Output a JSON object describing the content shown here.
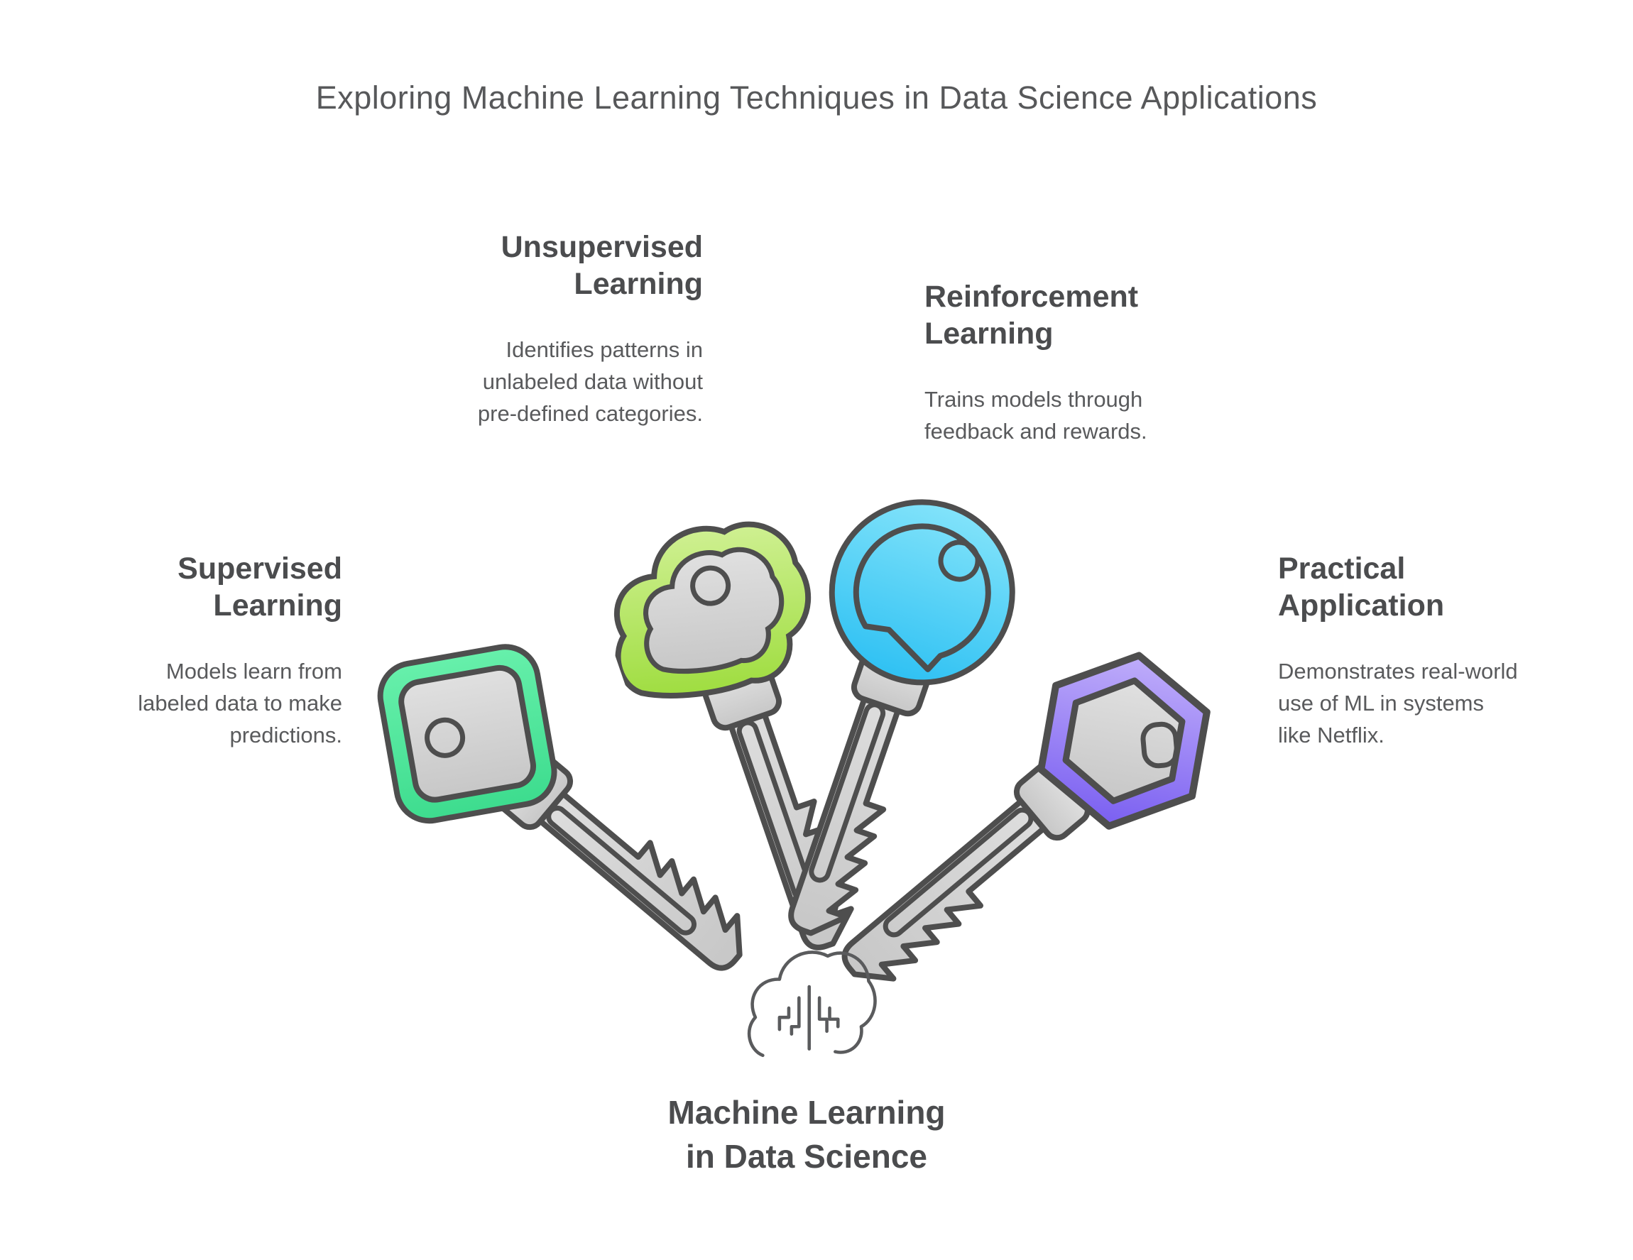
{
  "title": "Exploring Machine Learning Techniques in Data Science Applications",
  "sections": {
    "supervised": {
      "heading_lines": [
        "Supervised",
        "Learning"
      ],
      "desc_lines": [
        "Models learn from",
        "labeled data to make",
        "predictions."
      ],
      "key_shape": "rounded-square-key",
      "color_light": "#67f0ab",
      "color_dark": "#3ddc8e"
    },
    "unsupervised": {
      "heading_lines": [
        "Unsupervised",
        "Learning"
      ],
      "desc_lines": [
        "Identifies patterns in",
        "unlabeled data without",
        "pre-defined categories."
      ],
      "key_shape": "cloud-key",
      "color_light": "#cff092",
      "color_dark": "#9fdd40"
    },
    "reinforcement": {
      "heading_lines": [
        "Reinforcement",
        "Learning"
      ],
      "desc_lines": [
        "Trains models through",
        "feedback and rewards."
      ],
      "key_shape": "round-key",
      "color_light": "#82e3fa",
      "color_dark": "#2fc1f3"
    },
    "practical": {
      "heading_lines": [
        "Practical",
        "Application"
      ],
      "desc_lines": [
        "Demonstrates real-world",
        "use of ML in systems",
        "like Netflix."
      ],
      "key_shape": "hexagon-key",
      "color_light": "#bfadfa",
      "color_dark": "#7a5ff1"
    }
  },
  "center": {
    "label_lines": [
      "Machine Learning",
      "in Data Science"
    ],
    "icon": "cloud-circuit-icon"
  },
  "palette": {
    "title_text": "#57585a",
    "heading_text": "#4b4c4e",
    "body_text": "#595a5c",
    "outline": "#4e4e4e",
    "key_gray_light": "#e0e0e0",
    "key_gray_dark": "#c7c7c7",
    "background": "#ffffff"
  }
}
